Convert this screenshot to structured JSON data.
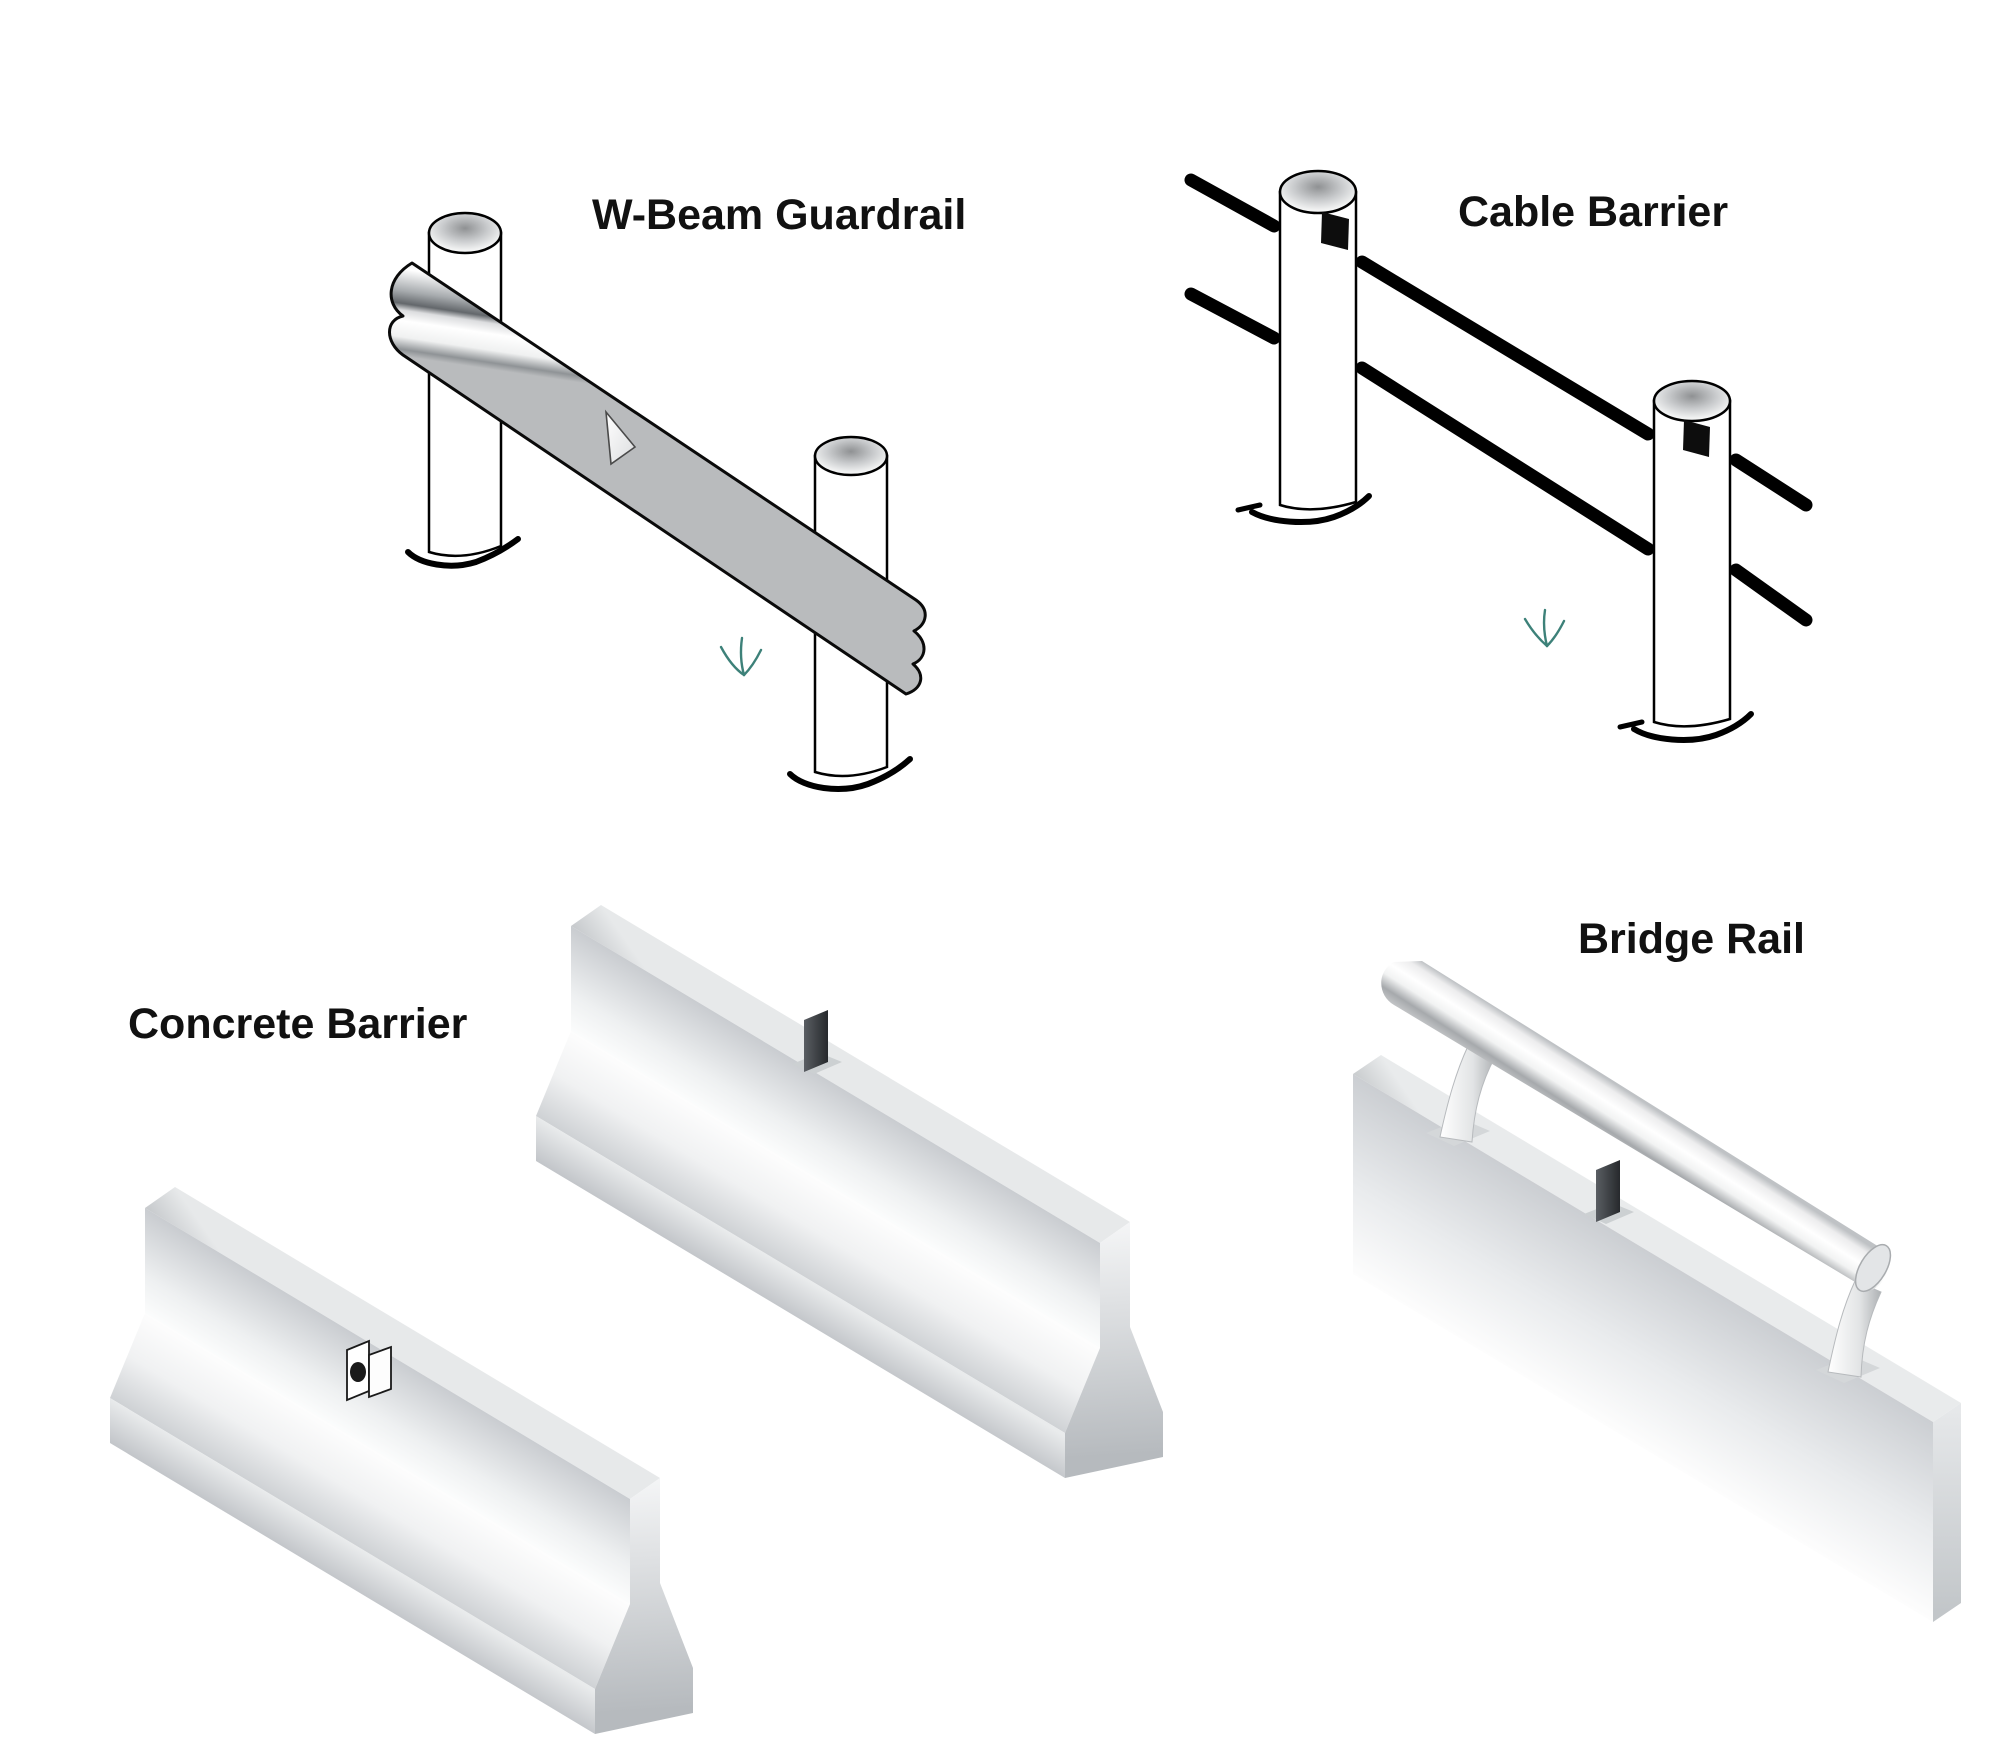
{
  "page": {
    "background": "#ffffff"
  },
  "labels": {
    "wbeam": "W-Beam Guardrail",
    "cable": "Cable Barrier",
    "concrete": "Concrete Barrier",
    "bridge": "Bridge Rail"
  },
  "figures": [
    {
      "label": "W-Beam Guardrail",
      "depicts": "two round posts with a metallic w-beam rail and a reflector triangle, grass tuft"
    },
    {
      "label": "Cable Barrier",
      "depicts": "two round posts with black reflector squares and two steel cables, grass tuft"
    },
    {
      "label": "Concrete Barrier",
      "depicts": "two jersey-profile concrete barriers, one with side reflector plates, one with top-mounted delineator tab"
    },
    {
      "label": "Bridge Rail",
      "depicts": "concrete parapet with tubular metal rail on two curved supports and a top-mounted delineator tab"
    }
  ],
  "colors": {
    "outline": "#000000",
    "grass": "#3d8179",
    "metal_ridge": "#6f7377",
    "concrete_shadow": "#c2c5c9",
    "reflector_dark": "#2e3135"
  }
}
